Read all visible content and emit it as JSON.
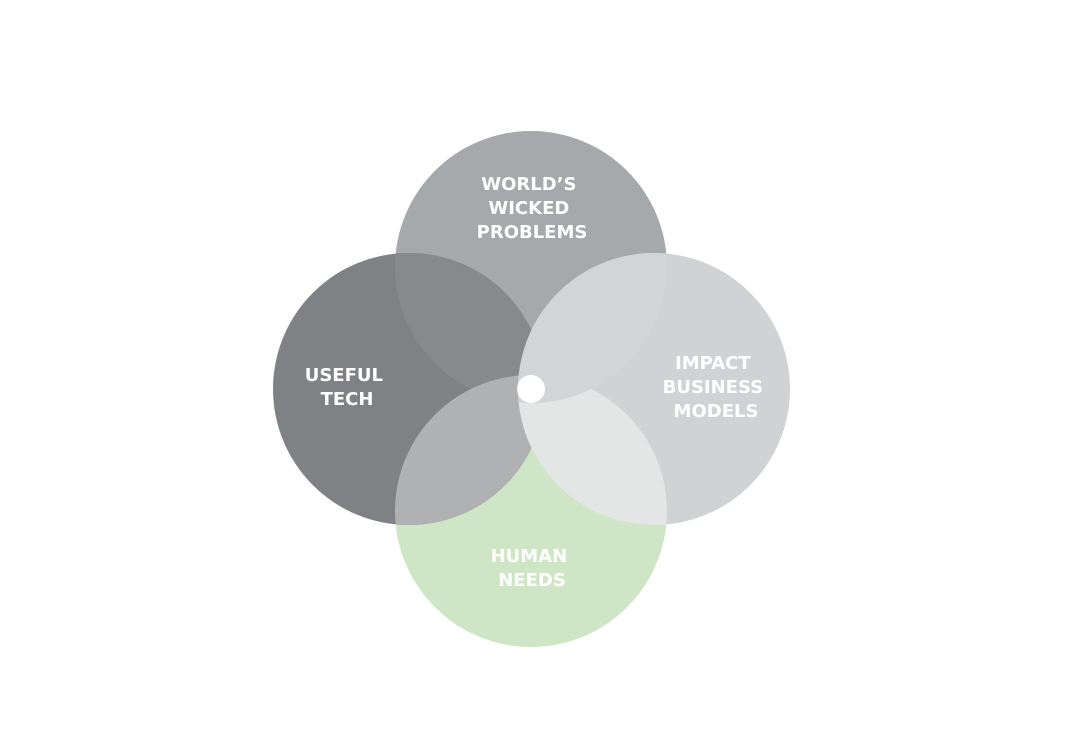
{
  "circles": {
    "top": {
      "lines": [
        "WORLD’S",
        "WICKED",
        "PROBLEMS"
      ],
      "color": "#a7a8ab"
    },
    "left": {
      "lines": [
        "USEFUL",
        "TECH"
      ],
      "color": "#808184"
    },
    "right": {
      "lines": [
        "IMPACT",
        "BUSINESS",
        "MODELS"
      ],
      "color": "#d1d2d3"
    },
    "bottom": {
      "lines": [
        "HUMAN",
        "NEEDS"
      ],
      "color": "#cfe6c6"
    }
  },
  "overlap_colors": {
    "top_left": "#88898c",
    "left_bottom": "#b0b1b3",
    "right_bottom": "#e4e5e5",
    "top_right": "#d3d4d5",
    "center_dot": "#ffffff"
  }
}
